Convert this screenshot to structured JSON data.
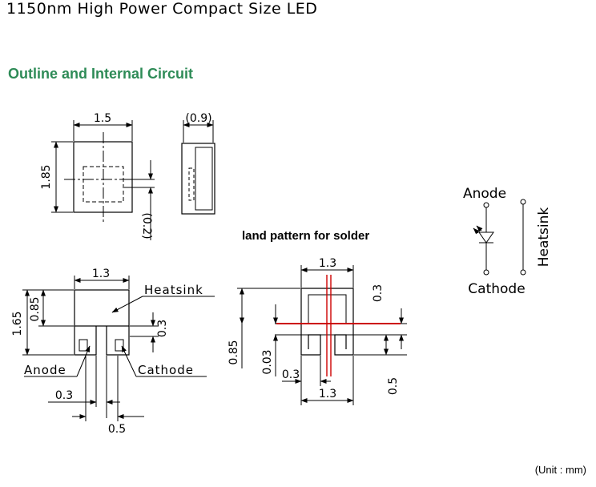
{
  "header": {
    "title": "1150nm High Power Compact Size LED",
    "section_title": "Outline and Internal Circuit",
    "land_pattern_title": "land pattern for solder",
    "unit_note": "(Unit : mm)"
  },
  "top_view": {
    "width": "1.5",
    "height": "1.85",
    "offset": "(0.2)"
  },
  "side_view": {
    "thickness": "(0.9)"
  },
  "bottom_view": {
    "width": "1.3",
    "total_height": "1.65",
    "heatsink_height": "0.85",
    "gap": "0.3",
    "pad_width": "0.3",
    "pad_gap": "0.5",
    "heatsink_label": "Heatsink",
    "anode_label": "Anode",
    "cathode_label": "Cathode"
  },
  "land_pattern": {
    "width_top": "1.3",
    "width_bottom": "1.3",
    "height_left": "0.85",
    "gap_small": "0.03",
    "pad_width": "0.3",
    "height_right_top": "0.3",
    "height_right_bottom": "0.5"
  },
  "circuit": {
    "anode_label": "Anode",
    "cathode_label": "Cathode",
    "heatsink_label": "Heatsink"
  }
}
